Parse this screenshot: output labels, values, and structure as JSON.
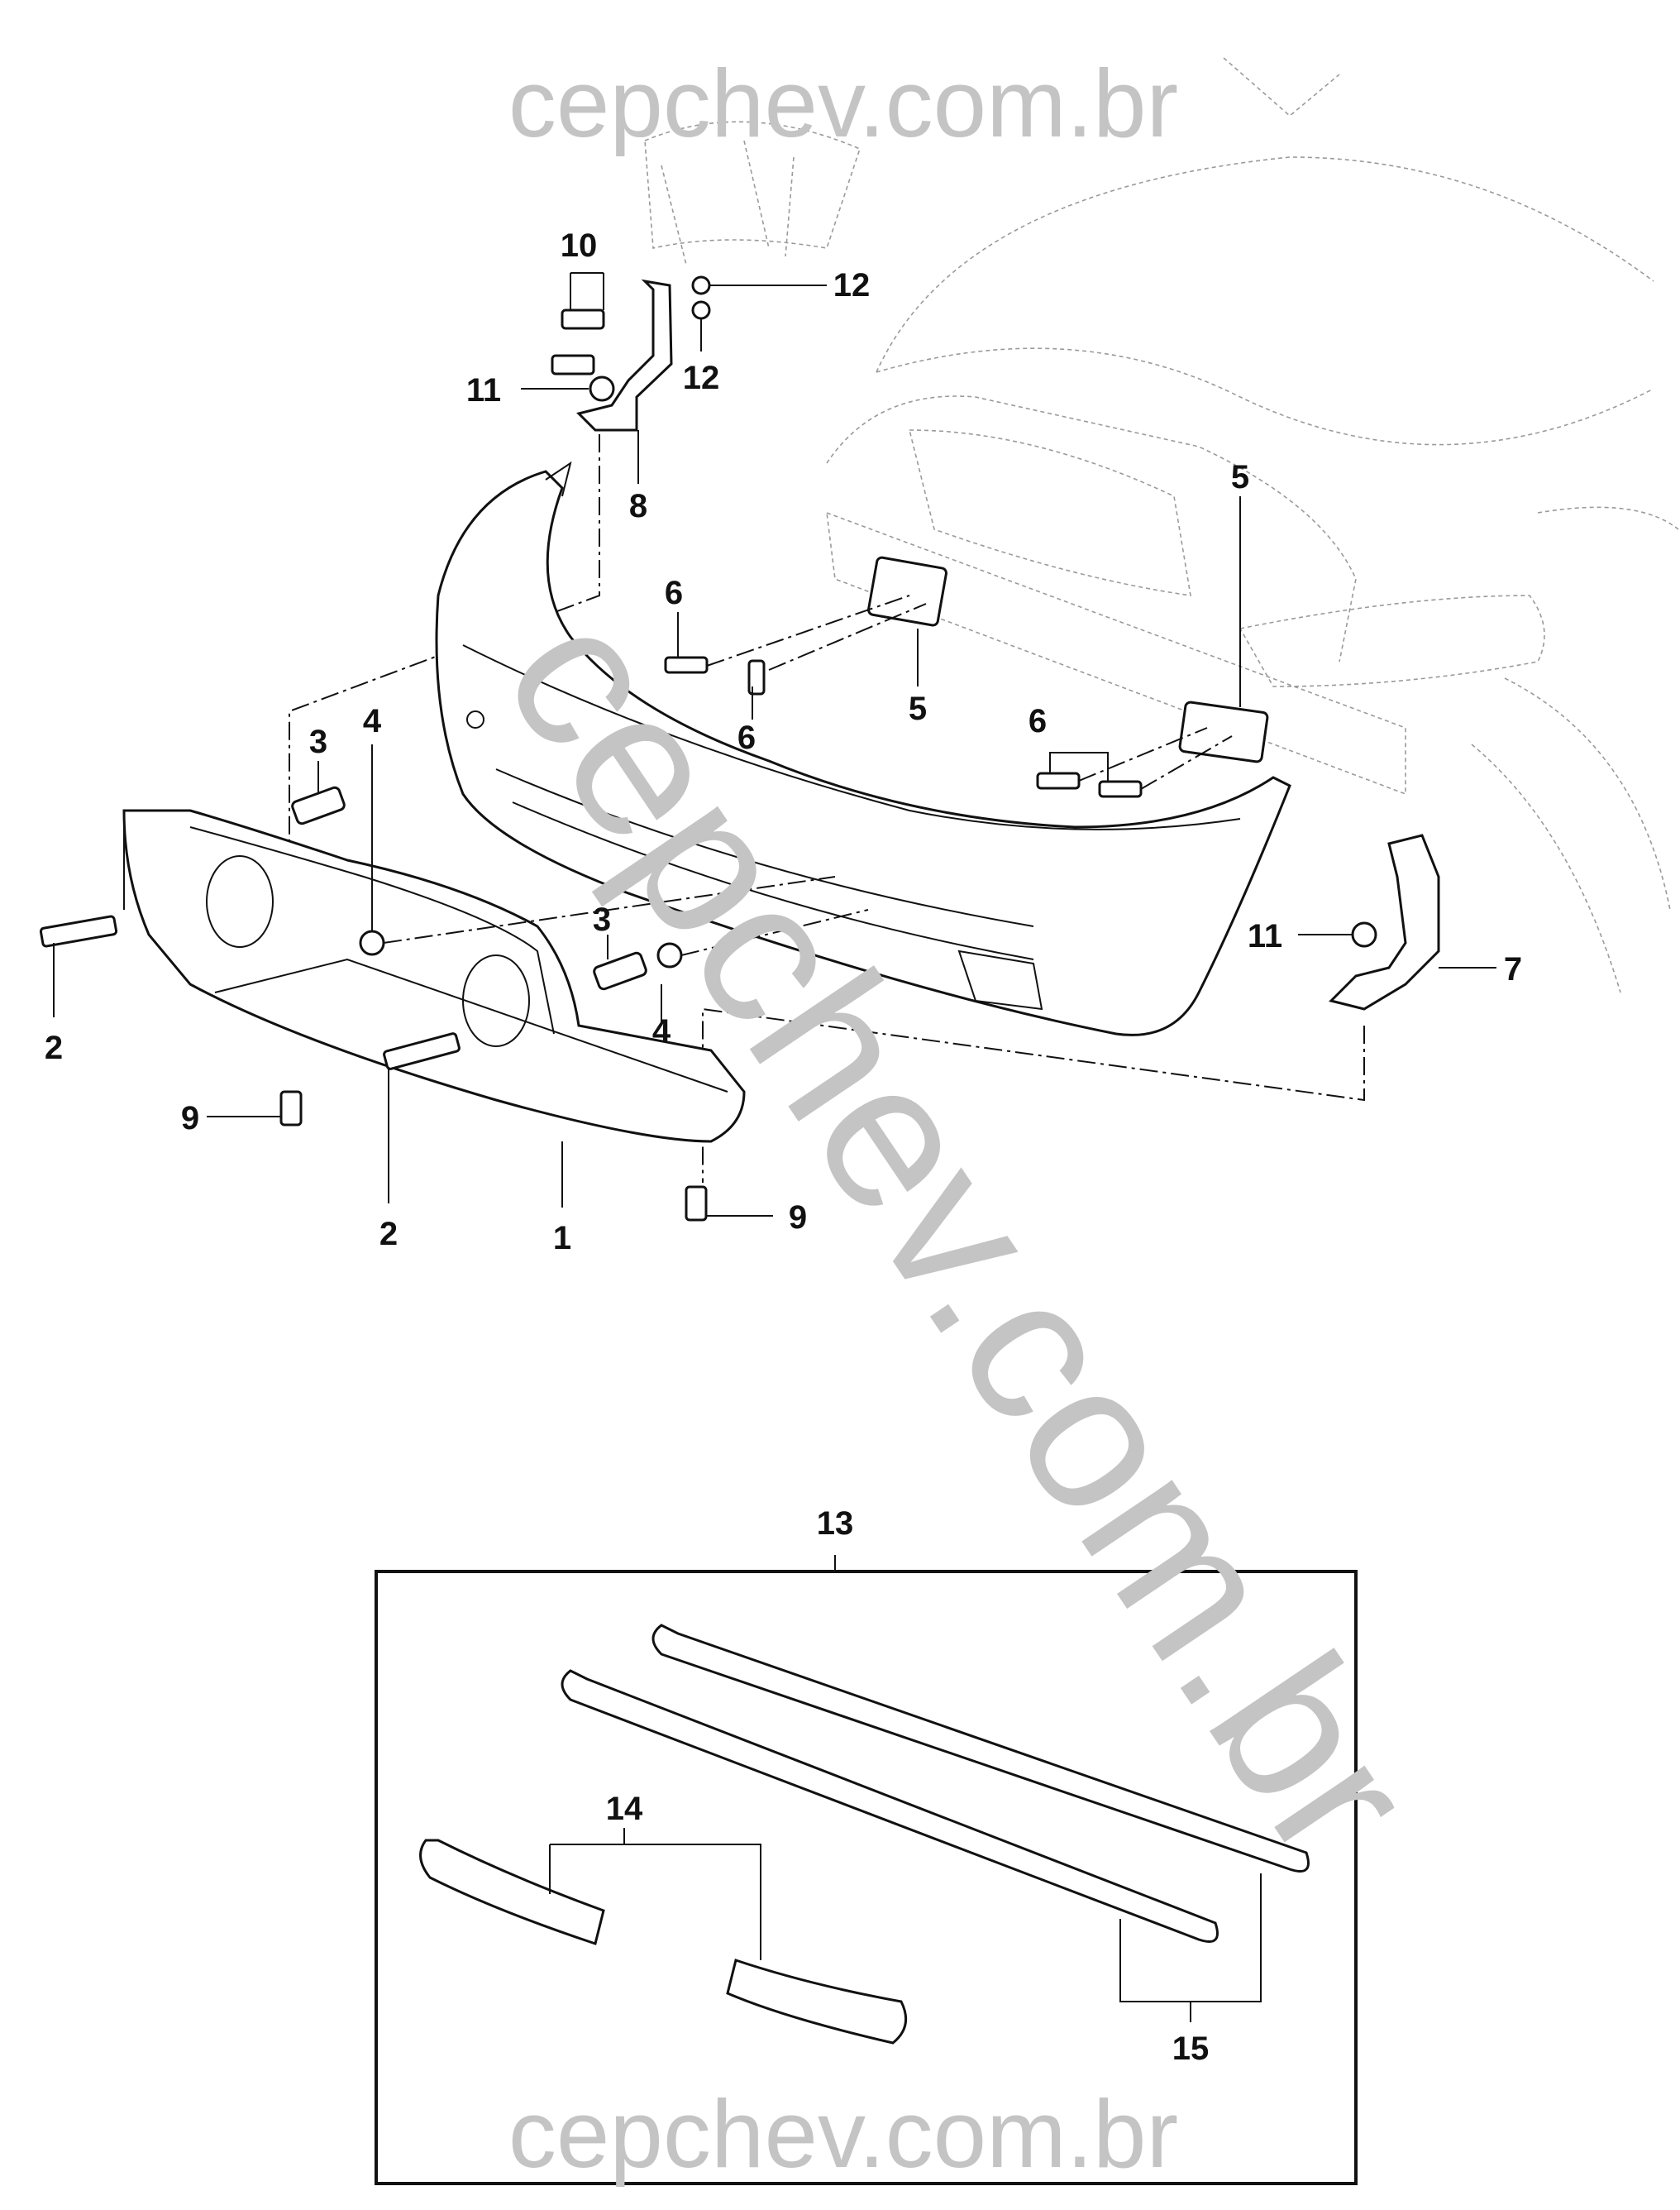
{
  "watermark": {
    "text_top": "cepchev.com.br",
    "text_diagonal": "cepchev.com.br",
    "text_bottom": "cepchev.com.br",
    "color": "#c4c4c4"
  },
  "callouts": {
    "c1": "1",
    "c2a": "2",
    "c2b": "2",
    "c3a": "3",
    "c3b": "3",
    "c4a": "4",
    "c4b": "4",
    "c5a": "5",
    "c5b": "5",
    "c6a": "6",
    "c6b": "6",
    "c6c": "6",
    "c7": "7",
    "c8": "8",
    "c9a": "9",
    "c9b": "9",
    "c10": "10",
    "c11a": "11",
    "c11b": "11",
    "c12a": "12",
    "c12b": "12",
    "c13": "13",
    "c14": "14",
    "c15": "15"
  }
}
